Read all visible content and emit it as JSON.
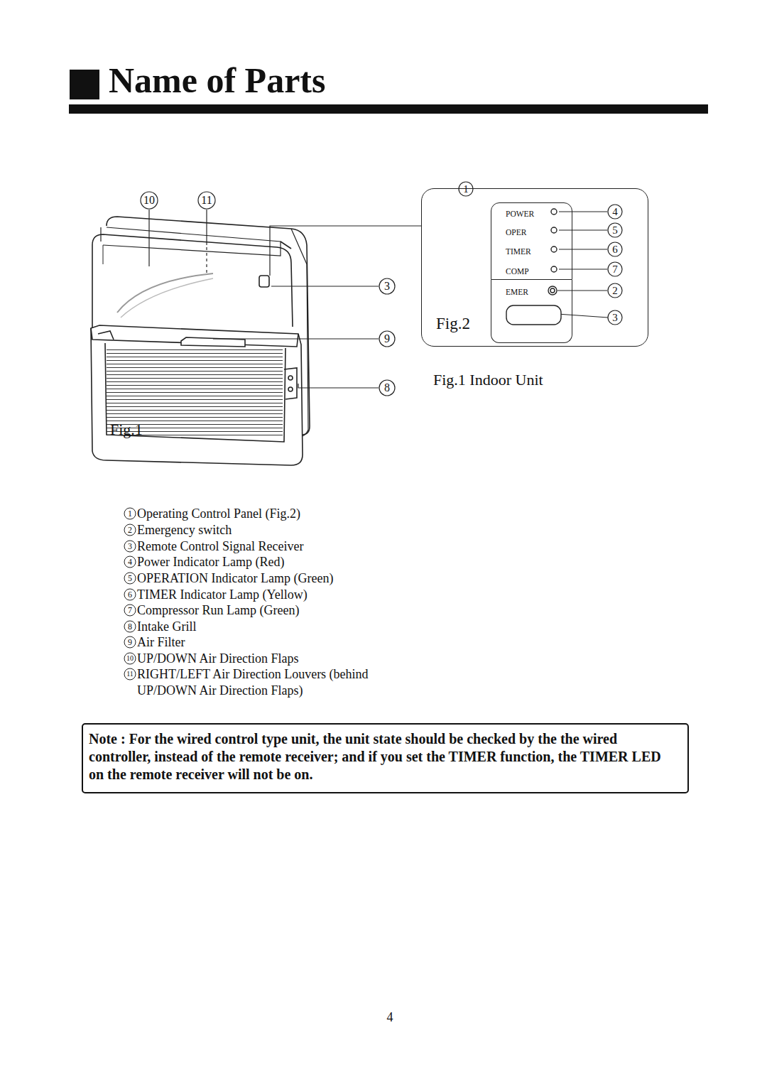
{
  "diagram": {
    "title": "Name of Parts",
    "nodes": [
      {
        "text": [
          "Fig.2"
        ]
      },
      {
        "text": [
          "POWER",
          "OPER",
          "TIMER",
          "COMP"
        ],
        "in": 0
      },
      {
        "text": [
          "EMER"
        ],
        "in": 0
      },
      {
        "text": [
          "Note : For the wired control type unit, the unit state should be checked by the the wired controller, instead of the remote receiver; and if you set the TIMER function, the TIMER LED on the remote receiver will not be on."
        ]
      }
    ],
    "labels": [
      "10",
      "11",
      "3",
      "9",
      "8",
      "Fig.1 Indoor Unit",
      "Fig.1",
      "1",
      "4",
      "5",
      "6",
      "7",
      "2",
      "3",
      "1",
      "2",
      "3",
      "4",
      "5",
      "6",
      "7",
      "8",
      "9",
      "10",
      "11",
      "Operating Control Panel (Fig.2)",
      "Emergency switch",
      "Remote Control Signal Receiver",
      "Power Indicator Lamp (Red)",
      "OPERATION Indicator Lamp (Green)",
      "TIMER Indicator Lamp (Yellow)",
      "Compressor Run Lamp (Green)",
      "Intake Grill",
      "Air Filter",
      "UP/DOWN Air Direction Flaps",
      "RIGHT/LEFT Air Direction Louvers (behind UP/DOWN Air Direction Flaps)",
      "4"
    ]
  }
}
